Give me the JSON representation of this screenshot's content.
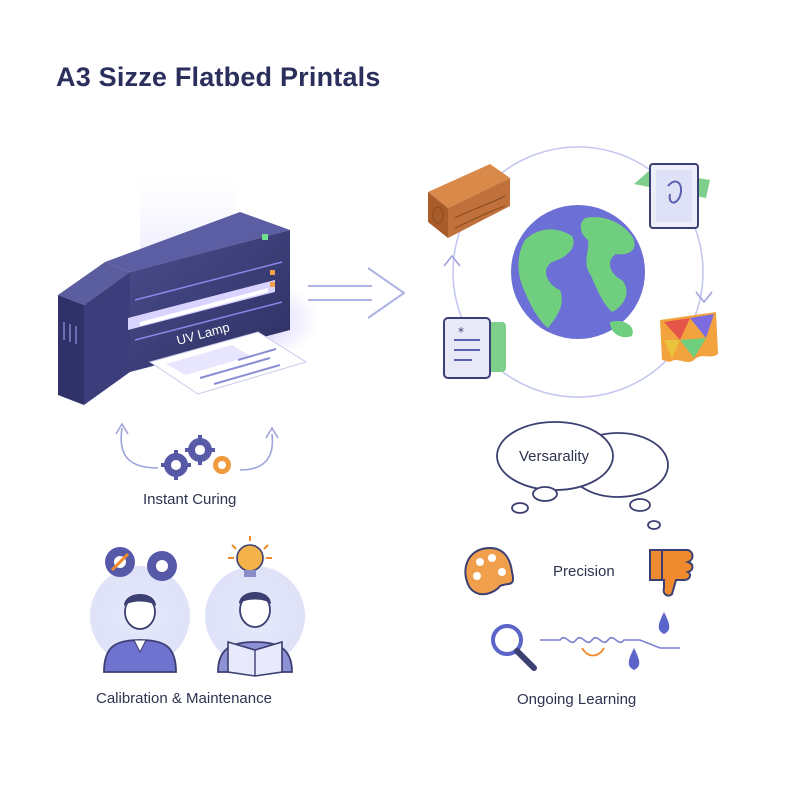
{
  "title": "A3 Sizze Flatbed Printals",
  "printer": {
    "lamp_label": "UV Lamp"
  },
  "labels": {
    "instant_curing": "Instant Curing",
    "calibration": "Calibration & Maintenance",
    "versatility": "Versarality",
    "precision": "Precision",
    "ongoing_learning": "Ongoing Learning"
  },
  "colors": {
    "title": "#2b2f5c",
    "printer_body": "#3a3d78",
    "uv_glow": "#7a6cf0",
    "globe_ocean": "#6b6fd6",
    "globe_land": "#6fcf7f",
    "accent_orange": "#f08a2e",
    "drop_blue": "#5b64c8"
  },
  "icons": [
    "printer-icon",
    "gears-icon",
    "wood-block-icon",
    "globe-icon",
    "acrylic-panel-icon",
    "fabric-icon",
    "card-icon",
    "palette-icon",
    "thumbs-down-icon",
    "magnifier-icon",
    "water-drop-icon",
    "lightbulb-icon"
  ]
}
